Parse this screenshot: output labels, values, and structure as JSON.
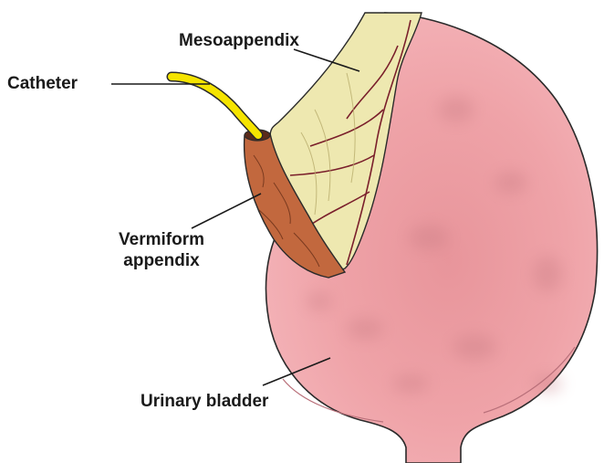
{
  "labels": {
    "mesoappendix": "Mesoappendix",
    "catheter": "Catheter",
    "vermiform_line1": "Vermiform",
    "vermiform_line2": "appendix",
    "urinary_bladder": "Urinary bladder"
  },
  "colors": {
    "bladder_fill": "#efa3a8",
    "bladder_shade": "#d98990",
    "mesoappendix_fill": "#eee8b0",
    "appendix_fill": "#c2683e",
    "catheter_fill": "#f5e400",
    "vessel": "#7a1f2b",
    "outline": "#2a2a2a"
  }
}
